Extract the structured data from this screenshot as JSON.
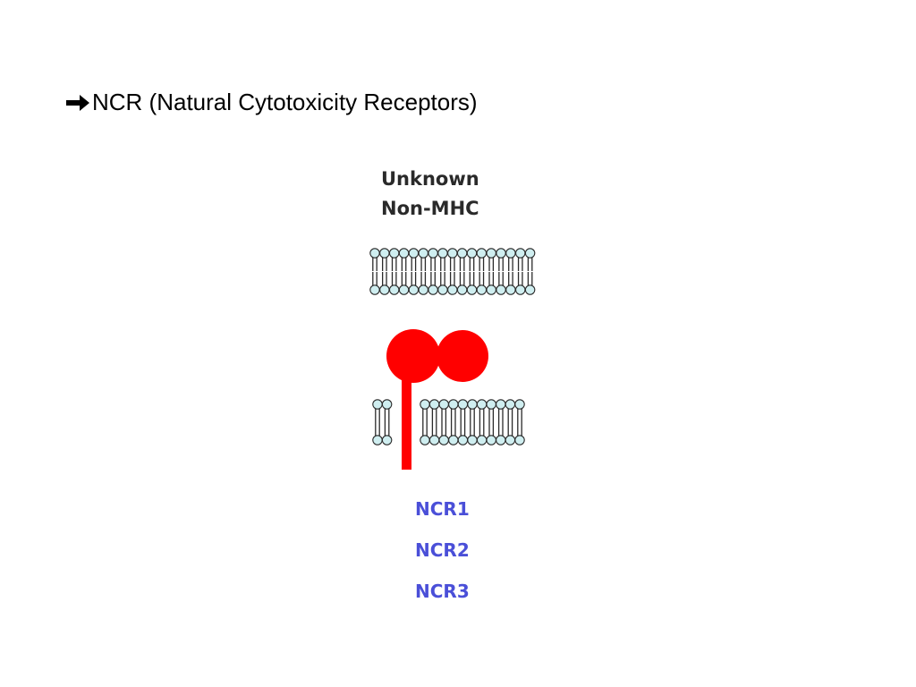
{
  "slide": {
    "title": "NCR (Natural Cytotoxicity Receptors)",
    "bullet_icon": "right-arrow-icon"
  },
  "diagram": {
    "ligand_label": [
      "Unknown",
      "Non-MHC"
    ],
    "receptor_names": [
      "NCR1",
      "NCR2",
      "NCR3"
    ],
    "colors": {
      "receptor": "#ff0000",
      "lipid_head": "#cfeef0",
      "lipid_tail": "#2a2a2a",
      "receptor_text": "#4a4fd8"
    }
  }
}
